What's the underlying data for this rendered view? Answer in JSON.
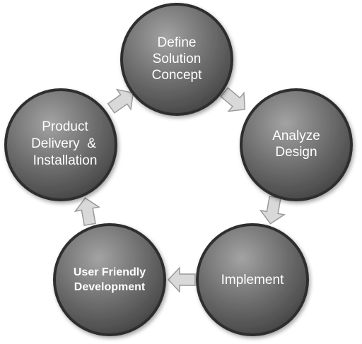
{
  "diagram": {
    "nodes": [
      {
        "id": "define",
        "lines": [
          "Define",
          "Solution",
          "Concept"
        ]
      },
      {
        "id": "analyze",
        "lines": [
          "Analyze",
          "Design"
        ]
      },
      {
        "id": "implement",
        "lines": [
          "Implement"
        ]
      },
      {
        "id": "user",
        "lines": [
          "User Friendly",
          "Development"
        ]
      },
      {
        "id": "product",
        "lines": [
          "Product",
          "Delivery  &",
          "Installation"
        ]
      }
    ],
    "colors": {
      "node_fill_light": "#8f8f8f",
      "node_fill_dark": "#4f4f4f",
      "node_ring": "#2a2a2a",
      "text": "#ffffff",
      "arrow_fill": "#d9d9d9",
      "arrow_stroke": "#9a9a9a"
    }
  }
}
